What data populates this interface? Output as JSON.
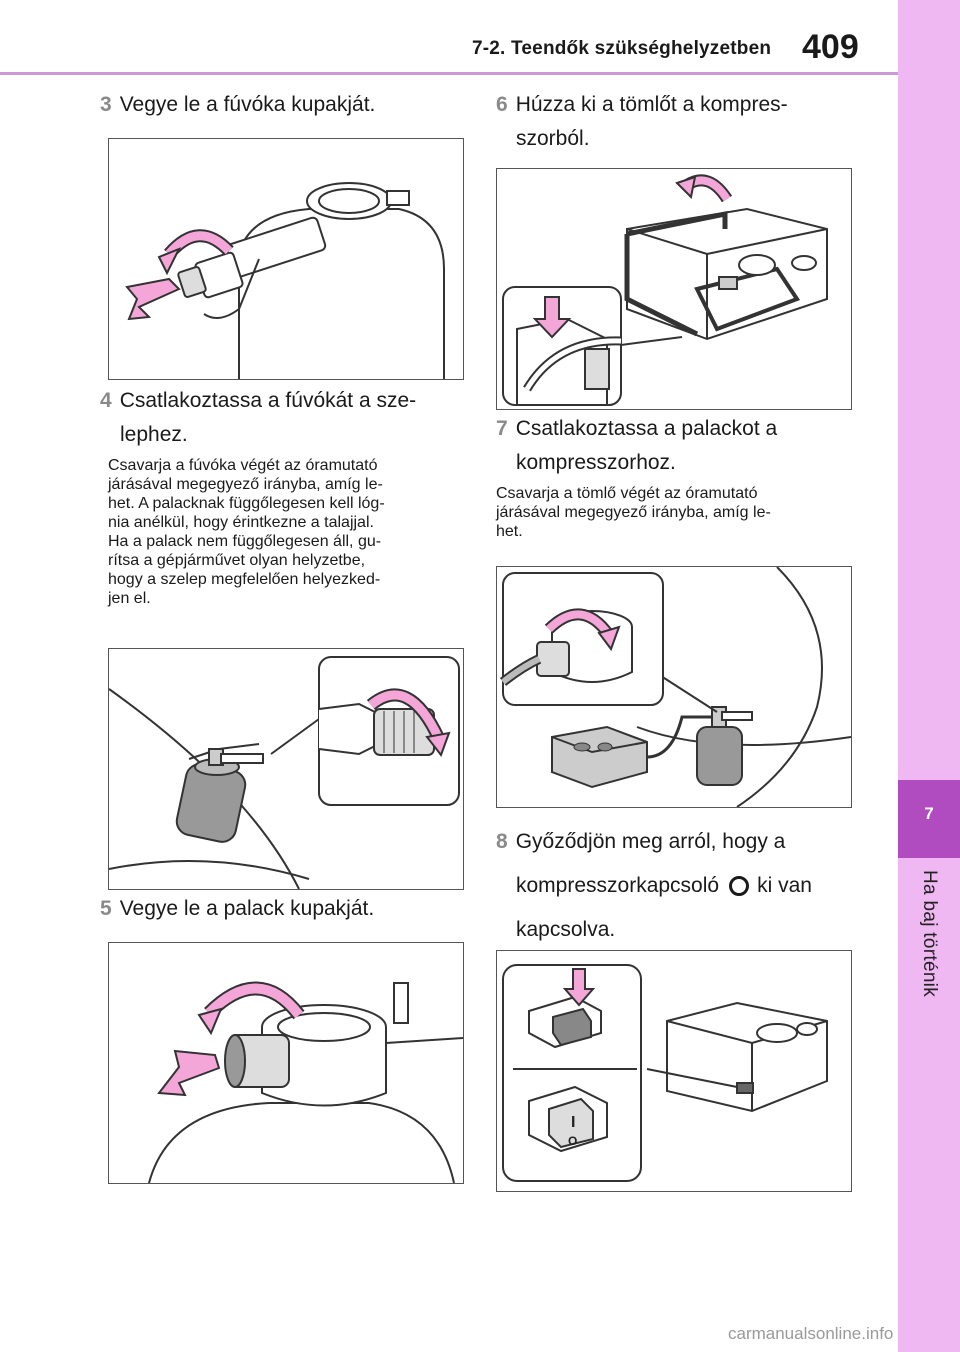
{
  "header": {
    "section_title": "7-2. Teendők szükséghelyzetben",
    "page_number": "409"
  },
  "side_tab": {
    "chapter_number": "7",
    "chapter_title": "Ha baj történik"
  },
  "colors": {
    "accent_pink": "#f0b8f3",
    "accent_purple": "#b04cbf",
    "arrow_fill": "#f4a6d8"
  },
  "steps": [
    {
      "number": "3",
      "lines": [
        "Vegye le a fúvóka kupakját."
      ]
    },
    {
      "number": "4",
      "lines": [
        "Csatlakoztassa a fúvókát a sze-",
        "lephez."
      ],
      "note": [
        "Csavarja a fúvóka végét az óramutató",
        "járásával megegyező irányba, amíg le-",
        "het. A palacknak függőlegesen kell lóg-",
        "nia anélkül, hogy érintkezne a talajjal.",
        "Ha a palack nem függőlegesen áll, gu-",
        "rítsa a gépjárművet olyan helyzetbe,",
        "hogy a szelep megfelelően helyezked-",
        "jen el."
      ]
    },
    {
      "number": "5",
      "lines": [
        "Vegye le a palack kupakját."
      ]
    },
    {
      "number": "6",
      "lines": [
        "Húzza ki a tömlőt a kompres-",
        "szorból."
      ]
    },
    {
      "number": "7",
      "lines": [
        "Csatlakoztassa a palackot a",
        "kompresszorhoz."
      ],
      "note": [
        "Csavarja a tömlő végét az óramutató",
        "járásával megegyező irányba, amíg le-",
        "het."
      ]
    },
    {
      "number": "8",
      "line1": "Győződjön meg arról, hogy a",
      "line2_before": "kompresszorkapcsoló",
      "icon": "power-switch-icon",
      "line2_after": "ki van",
      "line3": "kapcsolva."
    }
  ],
  "switch_labels": {
    "on": "I",
    "off": "O"
  },
  "watermark": "carmanualsonline.info"
}
